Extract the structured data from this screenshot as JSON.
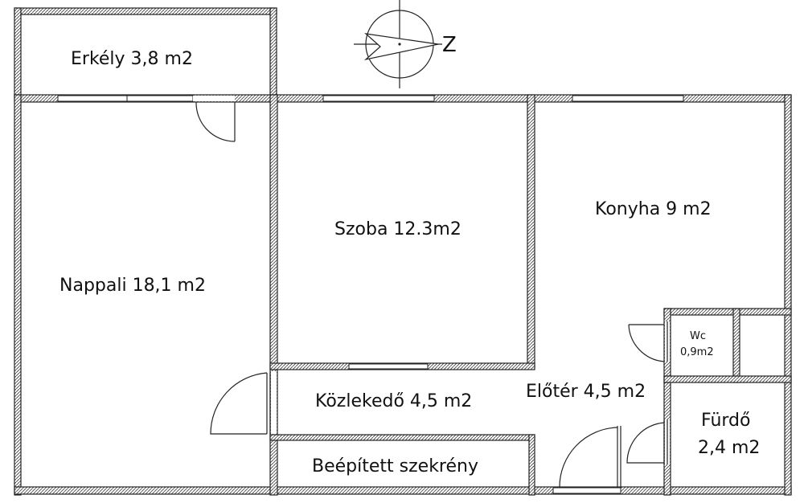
{
  "floorplan": {
    "rooms": [
      {
        "id": "erkely",
        "label": "Erkély 3,8 m2"
      },
      {
        "id": "nappali",
        "label": "Nappali 18,1 m2"
      },
      {
        "id": "szoba",
        "label": "Szoba 12.3m2"
      },
      {
        "id": "konyha",
        "label": "Konyha 9 m2"
      },
      {
        "id": "kozlekedo",
        "label": "Közlekedő 4,5 m2"
      },
      {
        "id": "eloter",
        "label": "Előtér 4,5 m2"
      },
      {
        "id": "beepitett",
        "label": "Beépített szekrény"
      },
      {
        "id": "wc",
        "label_line1": "Wc",
        "label_line2": "0,9m2"
      },
      {
        "id": "furdo",
        "label_line1": "Fürdő",
        "label_line2": "2,4 m2"
      }
    ],
    "compass": {
      "letter": "Z",
      "icon": "compass-icon"
    }
  }
}
